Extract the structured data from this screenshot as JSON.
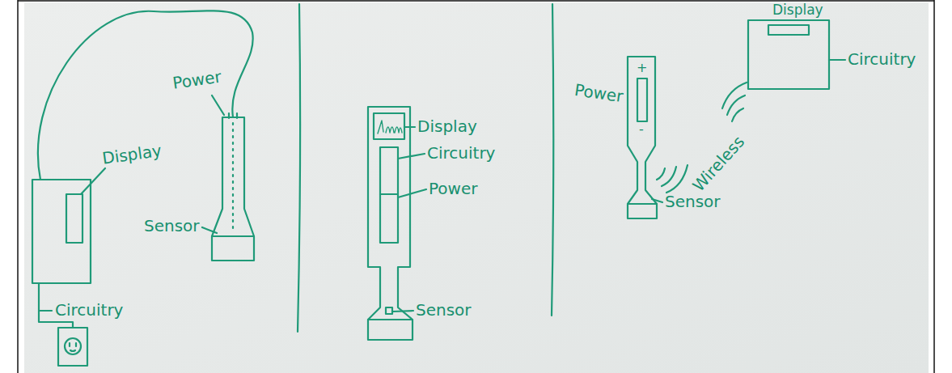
{
  "diagram": {
    "labels": [
      "Power",
      "Display",
      "Sensor",
      "Circuitry",
      "Display",
      "Circuitry",
      "Power",
      "Sensor",
      "Power",
      "+",
      "-",
      "Wireless",
      "Sensor",
      "Display",
      "Circuitry"
    ]
  }
}
